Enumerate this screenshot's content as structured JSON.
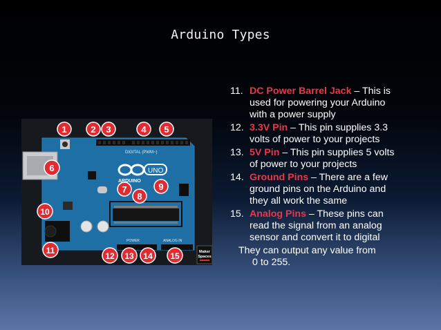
{
  "slide": {
    "title": "Arduino Types"
  },
  "photo": {
    "callouts": [
      "1",
      "2",
      "3",
      "4",
      "5",
      "6",
      "7",
      "8",
      "9",
      "10",
      "11",
      "12",
      "13",
      "14",
      "15"
    ],
    "board_labels": {
      "digital": "DIGITAL (PWM~)",
      "brand": "ARDUINO",
      "model": "UNO",
      "power": "POWER",
      "analog": "ANALOG IN",
      "badge_line1": "Maker",
      "badge_line2": "Spaces"
    }
  },
  "list": {
    "items": [
      {
        "num": "11.",
        "term": "DC Power Barrel Jack",
        "desc_lines": [
          " – This is",
          "used for powering your Arduino",
          "with a power supply"
        ]
      },
      {
        "num": "12.",
        "term": "3.3V Pin",
        "desc_lines": [
          " – This pin supplies 3.3",
          "volts of power to your projects"
        ]
      },
      {
        "num": "13.",
        "term": "5V Pin",
        "desc_lines": [
          " – This pin supplies 5 volts",
          "of power to your projects"
        ]
      },
      {
        "num": "14.",
        "term": "Ground Pins",
        "desc_lines": " – There are a few|ground pins on the Arduino and|they all work the same"
      },
      {
        "num": "15.",
        "term": "Analog Pins",
        "desc_lines": " – These pins can|read the signal from an analog|sensor and convert it to digital"
      }
    ],
    "tail_line1": "They can output any value from",
    "tail_line2": "0 to 255."
  },
  "colors": {
    "highlight": "#e8384a",
    "callout_fill": "#e02b33",
    "board": "#1e6fa5",
    "background_top": "#000000",
    "background_bottom": "#5b76a4"
  }
}
